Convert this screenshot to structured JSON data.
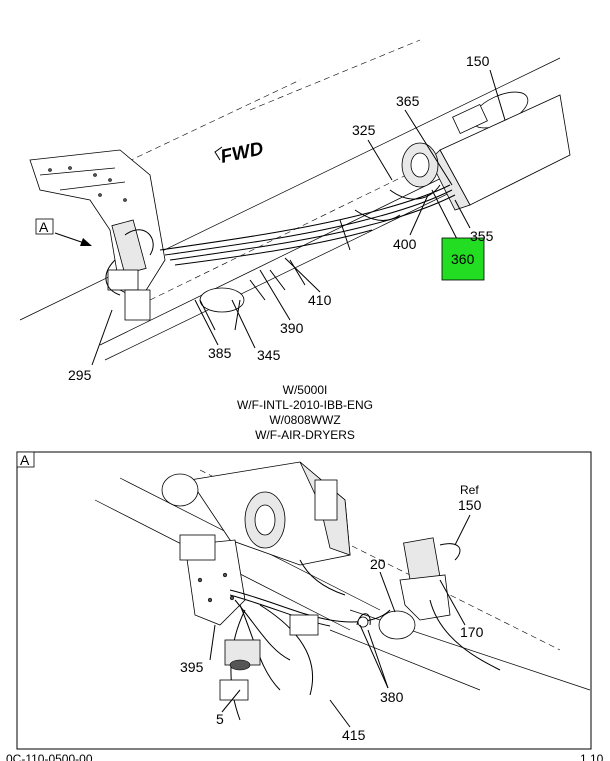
{
  "fwd_label": "FWD",
  "view_ref": "A",
  "detail_label": "A",
  "callouts_main": {
    "c150": "150",
    "c365": "365",
    "c325": "325",
    "c400": "400",
    "c355": "355",
    "c360": "360",
    "c410": "410",
    "c390": "390",
    "c385": "385",
    "c345": "345",
    "c295": "295"
  },
  "notes": {
    "line1": "W/5000I",
    "line2": "W/F-INTL-2010-IBB-ENG",
    "line3": "W/0808WWZ",
    "line4": "W/F-AIR-DRYERS"
  },
  "callouts_detail": {
    "ref": "Ref",
    "c150": "150",
    "c20": "20",
    "c170": "170",
    "c395": "395",
    "c380": "380",
    "c5": "5",
    "c415": "415"
  },
  "footer_left": "0C-110-0500-00",
  "footer_right": "1.10",
  "colors": {
    "highlight": "#22dd22"
  }
}
